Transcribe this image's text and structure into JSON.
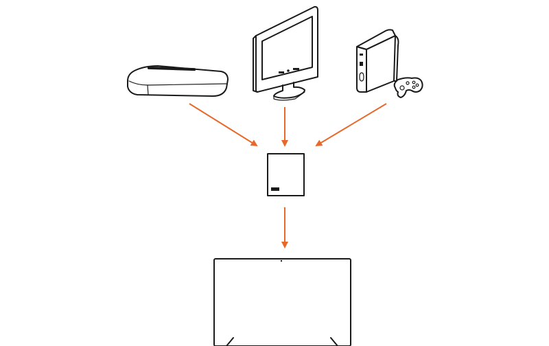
{
  "diagram": {
    "colors": {
      "arrow": "#e8682a",
      "outline": "#1a1a1a",
      "background": "#ffffff"
    },
    "devices": [
      {
        "id": "set-top-box",
        "icon": "set-top-box-icon"
      },
      {
        "id": "computer-monitor",
        "icon": "monitor-icon"
      },
      {
        "id": "game-console",
        "icon": "game-console-icon"
      },
      {
        "id": "game-controller",
        "icon": "gamepad-icon"
      },
      {
        "id": "hub",
        "icon": "hub-box-icon"
      },
      {
        "id": "television",
        "icon": "tv-icon"
      }
    ],
    "connections": [
      {
        "from": "set-top-box",
        "to": "hub"
      },
      {
        "from": "computer-monitor",
        "to": "hub"
      },
      {
        "from": "game-controller",
        "to": "hub"
      },
      {
        "from": "hub",
        "to": "television"
      }
    ]
  }
}
